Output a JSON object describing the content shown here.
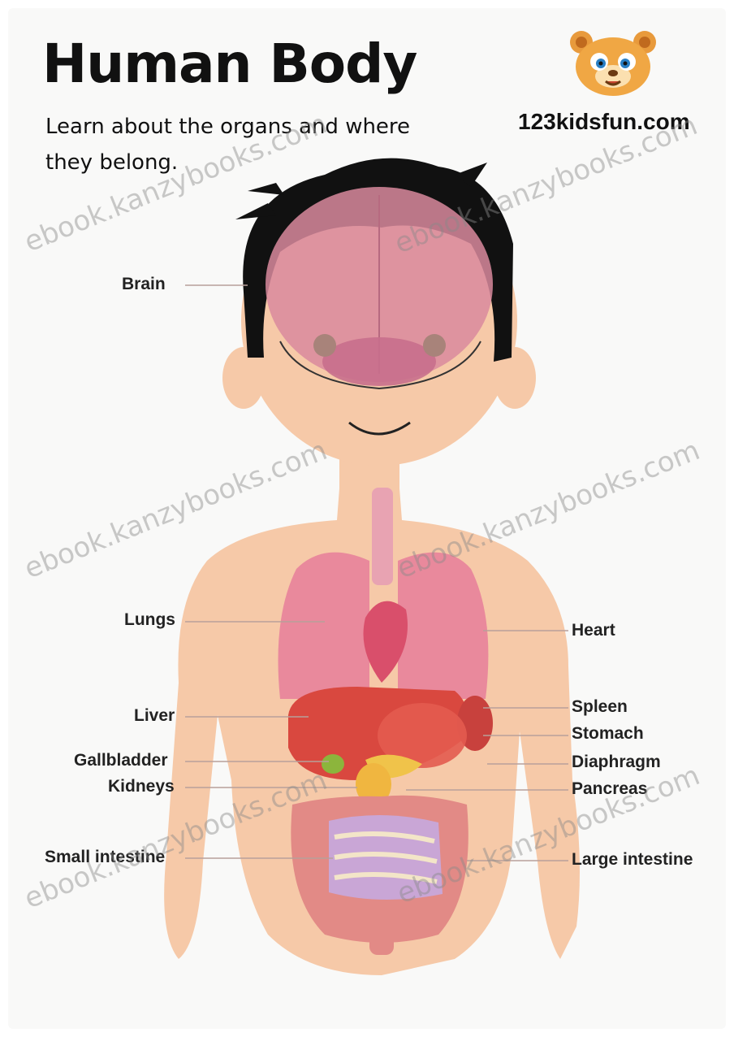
{
  "header": {
    "title": "Human Body",
    "subtitle": "Learn about the organs and where they belong.",
    "site": "123kidsfun.com"
  },
  "labels": {
    "brain": "Brain",
    "lungs": "Lungs",
    "heart": "Heart",
    "liver": "Liver",
    "spleen": "Spleen",
    "stomach": "Stomach",
    "gallbladder": "Gallbladder",
    "diaphragm": "Diaphragm",
    "kidneys": "Kidneys",
    "pancreas": "Pancreas",
    "small_intestine": "Small intestine",
    "large_intestine": "Large intestine"
  },
  "watermark": {
    "text": "ebook.kanzybooks.com"
  },
  "colors": {
    "skin": "#f6c9a8",
    "hair": "#111111",
    "brain": "#d9899d",
    "lungs": "#e67e9a",
    "liver": "#d9483f",
    "intestine": "#e28a86"
  }
}
